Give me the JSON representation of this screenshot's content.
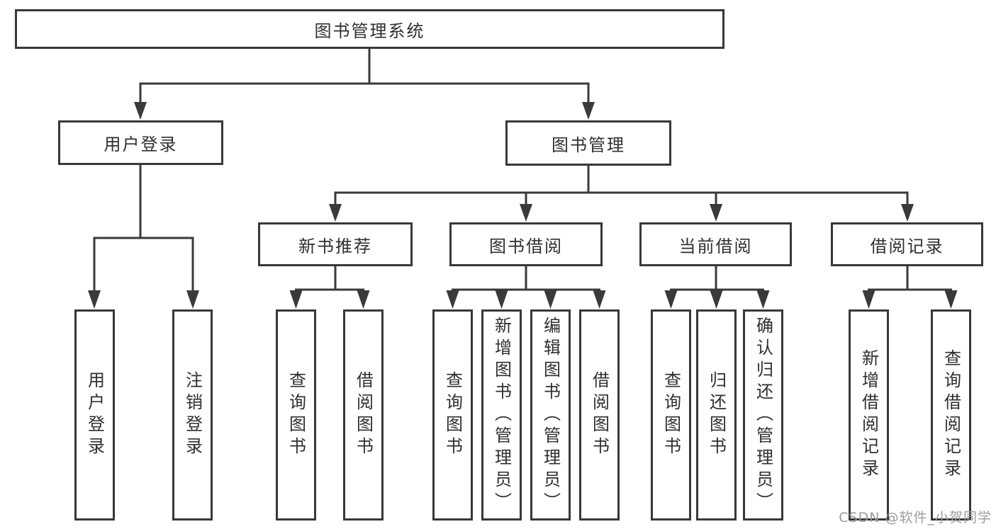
{
  "diagram": {
    "root": {
      "label": "图书管理系统"
    },
    "level2": {
      "user_login": {
        "label": "用户登录"
      },
      "book_management": {
        "label": "图书管理"
      }
    },
    "level3": {
      "new_book_recommend": {
        "label": "新书推荐"
      },
      "book_borrowing": {
        "label": "图书借阅"
      },
      "current_borrowing": {
        "label": "当前借阅"
      },
      "borrow_records": {
        "label": "借阅记录"
      }
    },
    "leaves": {
      "user_login": "用户登录",
      "logout": "注销登录",
      "rec_query_books": "查询图书",
      "rec_borrow_books": "借阅图书",
      "bor_query_books": "查询图书",
      "bor_add_books_admin": "新增图书（管理员）",
      "bor_edit_books_admin": "编辑图书（管理员）",
      "bor_borrow_books": "借阅图书",
      "cur_query_books": "查询图书",
      "cur_return_books": "归还图书",
      "cur_confirm_return_admin": "确认归还（管理员）",
      "rcd_add_record": "新增借阅记录",
      "rcd_query_record": "查询借阅记录"
    }
  },
  "watermark": "CSDN @软件_小贺同学",
  "colors": {
    "line": "#3a3a3a",
    "box_border": "#383838",
    "text": "#2f2f2f",
    "watermark": "#9c9c9c",
    "background": "#ffffff"
  }
}
